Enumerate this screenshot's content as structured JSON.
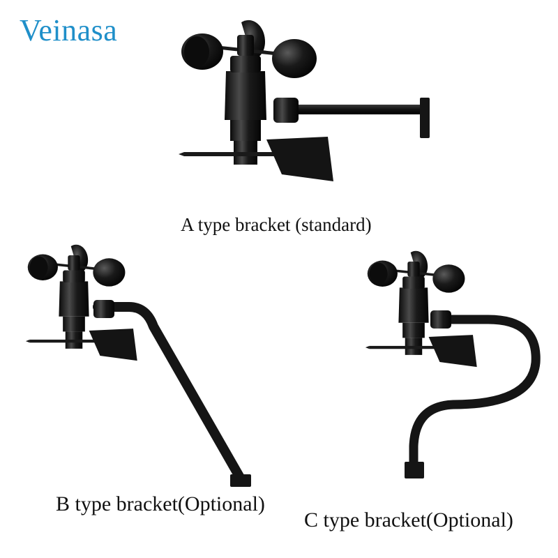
{
  "brand": {
    "name": "Veinasa",
    "color": "#1f8fc9"
  },
  "products": [
    {
      "caption": "A type bracket (standard)",
      "icon": "anemometer-a-bracket"
    },
    {
      "caption": "B type bracket(Optional)",
      "icon": "anemometer-b-bracket"
    },
    {
      "caption": "C type bracket(Optional)",
      "icon": "anemometer-c-bracket"
    }
  ],
  "colors": {
    "metal": "#141414",
    "highlight": "#4a4a4a",
    "background": "#ffffff"
  }
}
